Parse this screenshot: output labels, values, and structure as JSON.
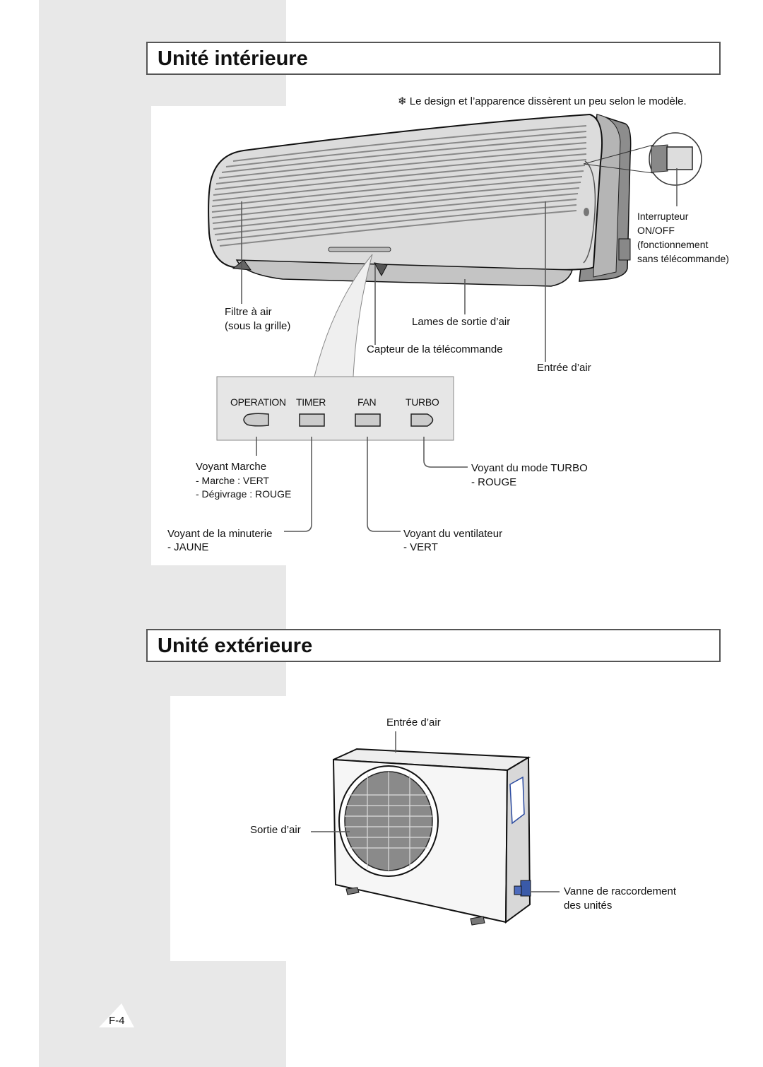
{
  "indoor": {
    "title": "Unité intérieure",
    "note": "❄ Le design et l’apparence dissèrent un peu selon le modèle.",
    "switch_label": [
      "Interrupteur",
      "ON/OFF",
      "(fonctionnement",
      "sans télécommande)"
    ],
    "filter_label": [
      "Filtre à air",
      "(sous la grille)"
    ],
    "louvers_label": "Lames de sortie d’air",
    "sensor_label": "Capteur de la télécommande",
    "air_inlet_label": "Entrée d’air",
    "panel": {
      "operation": "OPERATION",
      "timer": "TIMER",
      "fan": "FAN",
      "turbo": "TURBO"
    },
    "operation_lamp": {
      "title": "Voyant Marche",
      "line1": "- Marche : VERT",
      "line2": "- Dégivrage : ROUGE"
    },
    "turbo_lamp": {
      "title": "Voyant du mode TURBO",
      "line1": "- ROUGE"
    },
    "timer_lamp": {
      "title": "Voyant de la minuterie",
      "line1": "- JAUNE"
    },
    "fan_lamp": {
      "title": "Voyant du ventilateur",
      "line1": "- VERT"
    }
  },
  "outdoor": {
    "title": "Unité extérieure",
    "air_inlet_label": "Entrée d’air",
    "air_outlet_label": "Sortie d’air",
    "valve_label": [
      "Vanne de raccordement",
      "des unités"
    ]
  },
  "page_number": "F-4"
}
